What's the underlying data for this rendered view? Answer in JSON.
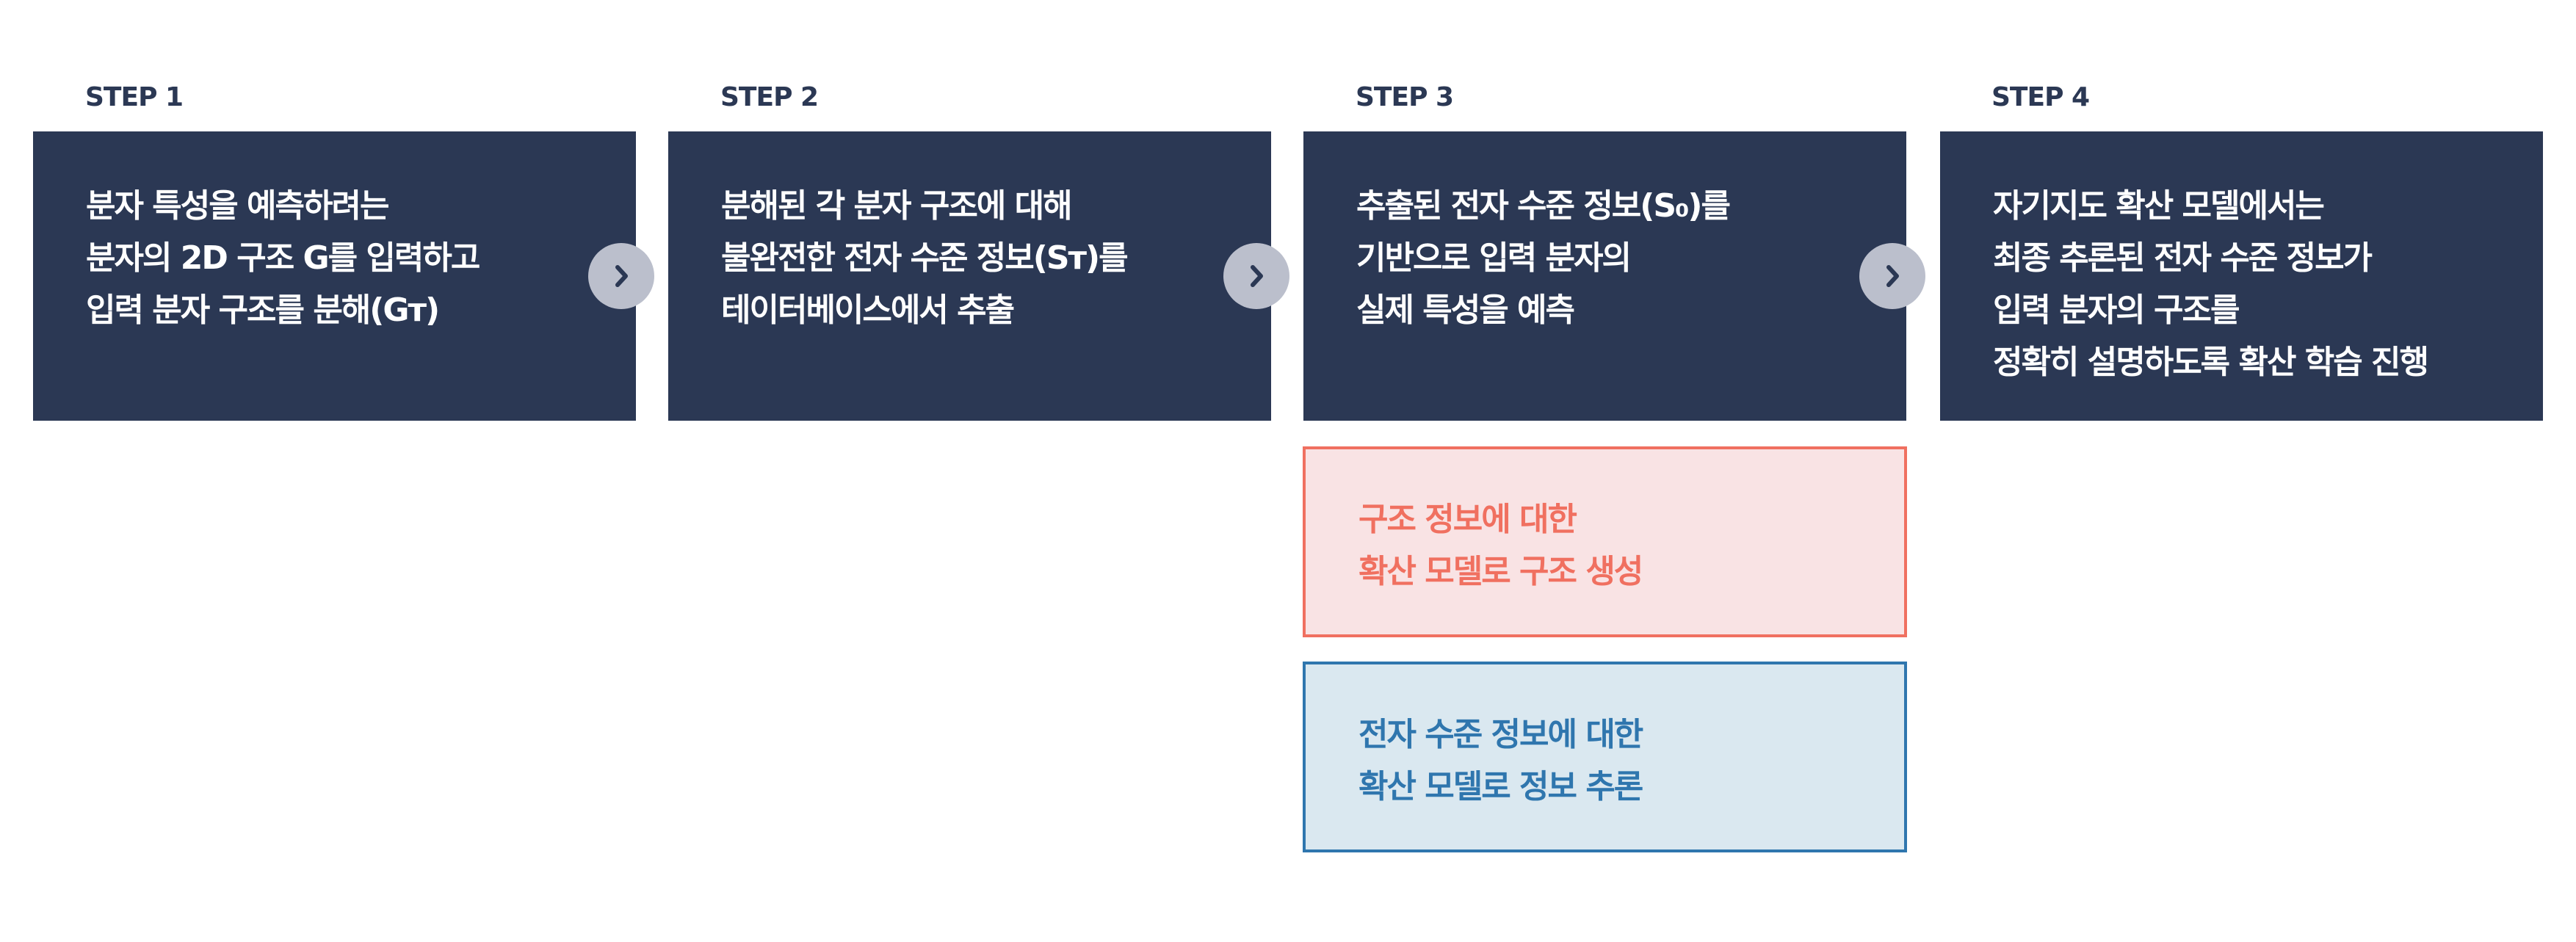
{
  "steps": [
    {
      "label": "STEP 1",
      "lines": [
        "분자 특성을 예측하려는",
        "분자의 2D 구조 G를 입력하고",
        "입력 분자 구조를 분해(Gт)"
      ]
    },
    {
      "label": "STEP 2",
      "lines": [
        "분해된 각 분자 구조에 대해",
        "불완전한 전자 수준 정보(Sт)를",
        "테이터베이스에서 추출"
      ]
    },
    {
      "label": "STEP 3",
      "lines": [
        "추출된 전자 수준 정보(S₀)를",
        "기반으로 입력 분자의",
        "실제 특성을 예측"
      ]
    },
    {
      "label": "STEP 4",
      "lines": [
        "자기지도 확산 모델에서는",
        "최종 추론된 전자 수준 정보가",
        "입력 분자의 구조를",
        "정확히 설명하도록 확산 학습 진행"
      ]
    }
  ],
  "sub_boxes": {
    "structure": {
      "lines": [
        "구조 정보에 대한",
        "확산 모델로 구조 생성"
      ]
    },
    "electronic": {
      "lines": [
        "전자 수준 정보에 대한",
        "확산 모델로 정보 추론"
      ]
    }
  },
  "colors": {
    "navy": "#2B3854",
    "arrow_bg": "#BBBFCC",
    "pink": "#F07060",
    "pink_bg": "#F9E3E4",
    "blue": "#2F76AE",
    "blue_bg": "#DAE8F0"
  },
  "icons": {
    "arrow": "chevron-right-icon"
  }
}
